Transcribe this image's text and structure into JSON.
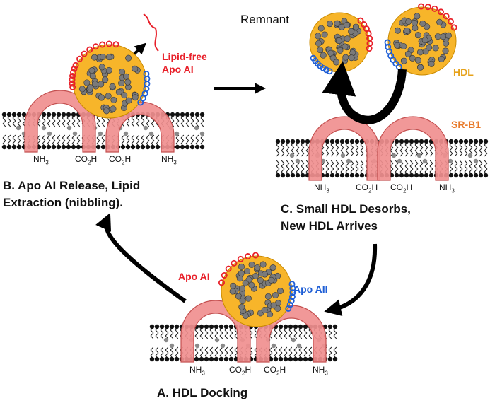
{
  "panels": {
    "a": {
      "caption": "A. HDL Docking",
      "apo_ai": "Apo AI",
      "apo_aii": "Apo AII"
    },
    "b": {
      "caption_line1": "B. Apo AI Release, Lipid",
      "caption_line2": "Extraction  (nibbling).",
      "lipid_free_line1": "Lipid-free",
      "lipid_free_line2": "Apo AI"
    },
    "c": {
      "caption_line1": "C. Small HDL Desorbs,",
      "caption_line2": "New HDL Arrives",
      "remnant": "Remnant",
      "hdl": "HDL",
      "sr_b1": "SR-B1"
    }
  },
  "chem": {
    "nh3": "NH",
    "nh3_sub": "3",
    "co2h_a": "CO",
    "co2h_sub": "2",
    "co2h_b": "H"
  },
  "colors": {
    "hdl_particle": "#f7b52a",
    "apo_ai": "#e8202a",
    "apo_aii": "#1f5fd6",
    "receptor": "#f08f8f",
    "receptor_edge": "#c45050",
    "lipid_text_red": "#e8202a",
    "hdl_text": "#e6a21a",
    "srb1_text": "#e87a2a"
  },
  "icons": [
    "hdl-particle-icon",
    "receptor-arch-icon",
    "membrane-bilayer-icon",
    "cycle-arrow-icon"
  ]
}
